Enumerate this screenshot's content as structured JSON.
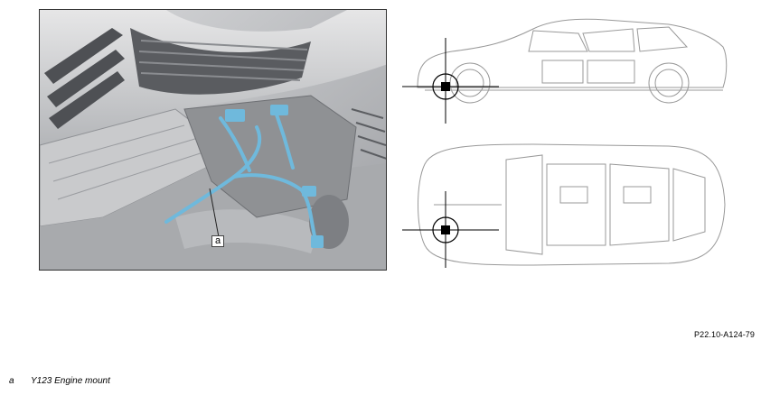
{
  "figure": {
    "code": "P22.10-A124-79",
    "callout_letter": "a"
  },
  "legend": [
    {
      "key": "a",
      "text": "Y123 Engine mount"
    }
  ],
  "colors": {
    "harness_accent": "#6fb9dc",
    "frame": "#333333"
  },
  "icons": [
    "location-marker-icon"
  ]
}
